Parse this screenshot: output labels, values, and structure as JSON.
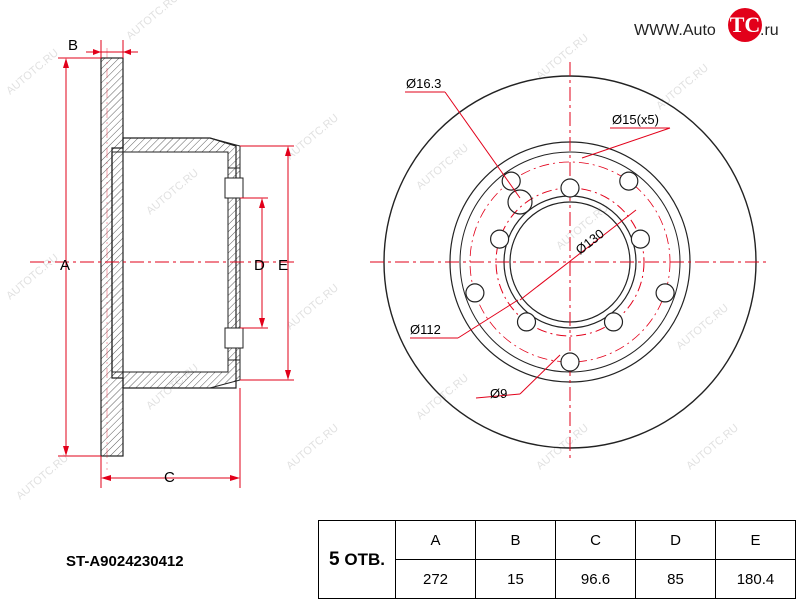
{
  "logo": {
    "prefix": "WWW.Auto",
    "badge": "TC",
    "suffix": ".ru"
  },
  "watermark_text": "AUTOTC.RU",
  "side_view": {
    "labels": {
      "a": "A",
      "b": "B",
      "c": "C",
      "d": "D",
      "e": "E"
    }
  },
  "front_view": {
    "callouts": {
      "hub_hole": "Ø16.3",
      "bolt_holes": "Ø15(x5)",
      "pcd": "Ø130",
      "center_bore": "Ø112",
      "small_hole": "Ø9"
    },
    "bolt_hole_count": 5
  },
  "part_number": "ST-A9024230412",
  "spec": {
    "holes_number": "5",
    "holes_unit": "ОТВ.",
    "headers": [
      "A",
      "B",
      "C",
      "D",
      "E"
    ],
    "values": [
      "272",
      "15",
      "96.6",
      "85",
      "180.4"
    ]
  },
  "colors": {
    "dimension_red": "#e2001a",
    "outline": "#222222",
    "watermark": "#c8c8c8"
  }
}
